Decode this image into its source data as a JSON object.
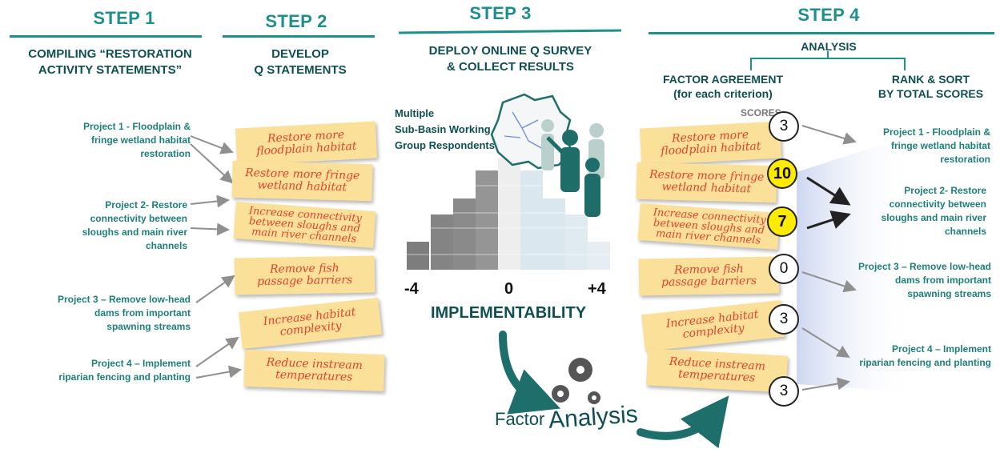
{
  "steps": [
    {
      "title": "STEP 1",
      "subtitle_lines": [
        "COMPILING “RESTORATION",
        "ACTIVITY STATEMENTS”"
      ]
    },
    {
      "title": "STEP 2",
      "subtitle_lines": [
        "DEVELOP",
        "Q STATEMENTS"
      ]
    },
    {
      "title": "STEP 3",
      "subtitle_lines": [
        "DEPLOY ONLINE Q SURVEY",
        "& COLLECT RESULTS"
      ]
    },
    {
      "title": "STEP 4",
      "subtitle_lines": [
        "ANALYSIS"
      ]
    }
  ],
  "projects_left": [
    {
      "lines": [
        "Project 1 - Floodplain &",
        "fringe wetland habitat",
        "restoration"
      ]
    },
    {
      "lines": [
        "Project 2- Restore",
        "connectivity between",
        "sloughs and main river",
        "channels"
      ]
    },
    {
      "lines": [
        "Project 3 – Remove low-head",
        "dams from important",
        "spawning streams"
      ]
    },
    {
      "lines": [
        "Project 4 – Implement",
        "riparian fencing and planting"
      ]
    }
  ],
  "statements": [
    {
      "lines": [
        "Restore more",
        "floodplain habitat"
      ]
    },
    {
      "lines": [
        "Restore more fringe",
        "wetland habitat"
      ]
    },
    {
      "lines": [
        "Increase connectivity",
        "between sloughs and",
        "main river channels"
      ]
    },
    {
      "lines": [
        "Remove fish",
        "passage barriers"
      ]
    },
    {
      "lines": [
        "Increase habitat",
        "complexity"
      ]
    },
    {
      "lines": [
        "Reduce instream",
        "temperatures"
      ]
    }
  ],
  "survey": {
    "respondents_lines": [
      "Multiple",
      "Sub-Basin Working",
      "Group Respondents"
    ],
    "scale_min": "-4",
    "scale_mid": "0",
    "scale_max": "+4",
    "scale_label": "IMPLEMENTABILITY",
    "factor_word1": "Factor",
    "factor_word2": "Analysis"
  },
  "analysis": {
    "factor_heading_lines": [
      "FACTOR AGREEMENT",
      "(for each criterion)"
    ],
    "rank_heading_lines": [
      "RANK & SORT",
      "BY TOTAL SCORES"
    ],
    "scores_label": "SCORES",
    "scores": [
      {
        "value": "3",
        "highlight": false
      },
      {
        "value": "10",
        "highlight": true
      },
      {
        "value": "7",
        "highlight": true
      },
      {
        "value": "0",
        "highlight": false
      },
      {
        "value": "3",
        "highlight": false
      },
      {
        "value": "3",
        "highlight": false
      }
    ]
  },
  "projects_right": [
    {
      "lines": [
        "Project 1 - Floodplain &",
        "fringe wetland habitat",
        "restoration"
      ]
    },
    {
      "lines": [
        "Project 2- Restore",
        "connectivity between",
        "sloughs and main river",
        "channels"
      ]
    },
    {
      "lines": [
        "Project 3 – Remove low-head",
        "dams from important",
        "spawning streams"
      ]
    },
    {
      "lines": [
        "Project 4 – Implement",
        "riparian fencing and planting"
      ]
    }
  ],
  "colors": {
    "teal": "#1e8f8a",
    "dark_teal": "#0f4f52",
    "note_yellow": "#fbe09a",
    "note_text": "#e5412c",
    "score_highlight": "#ffeb00"
  }
}
